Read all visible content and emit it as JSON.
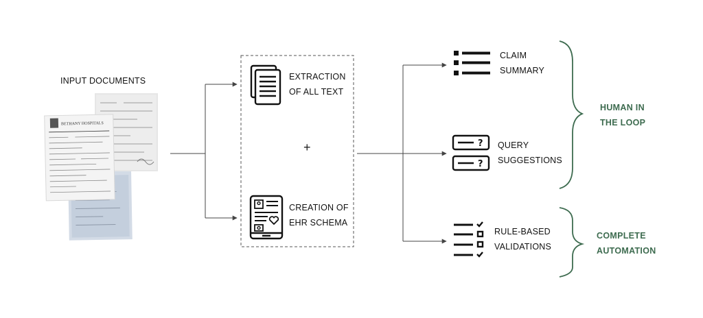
{
  "input": {
    "title": "INPUT DOCUMENTS",
    "doc_header": "BETHANY HOSPITALS"
  },
  "middle": {
    "extraction": [
      "EXTRACTION",
      "OF ALL TEXT"
    ],
    "plus": "+",
    "creation": [
      "CREATION OF",
      "EHR SCHEMA"
    ]
  },
  "outputs": {
    "claim": [
      "CLAIM",
      "SUMMARY"
    ],
    "query": [
      "QUERY",
      "SUGGESTIONS"
    ],
    "rule": [
      "RULE-BASED",
      "VALIDATIONS"
    ]
  },
  "groups": {
    "human": [
      "HUMAN IN",
      "THE LOOP"
    ],
    "automation": [
      "COMPLETE",
      "AUTOMATION"
    ]
  },
  "colors": {
    "accent_green": "#3d6b4f",
    "line": "#444444",
    "icon": "#111111"
  }
}
